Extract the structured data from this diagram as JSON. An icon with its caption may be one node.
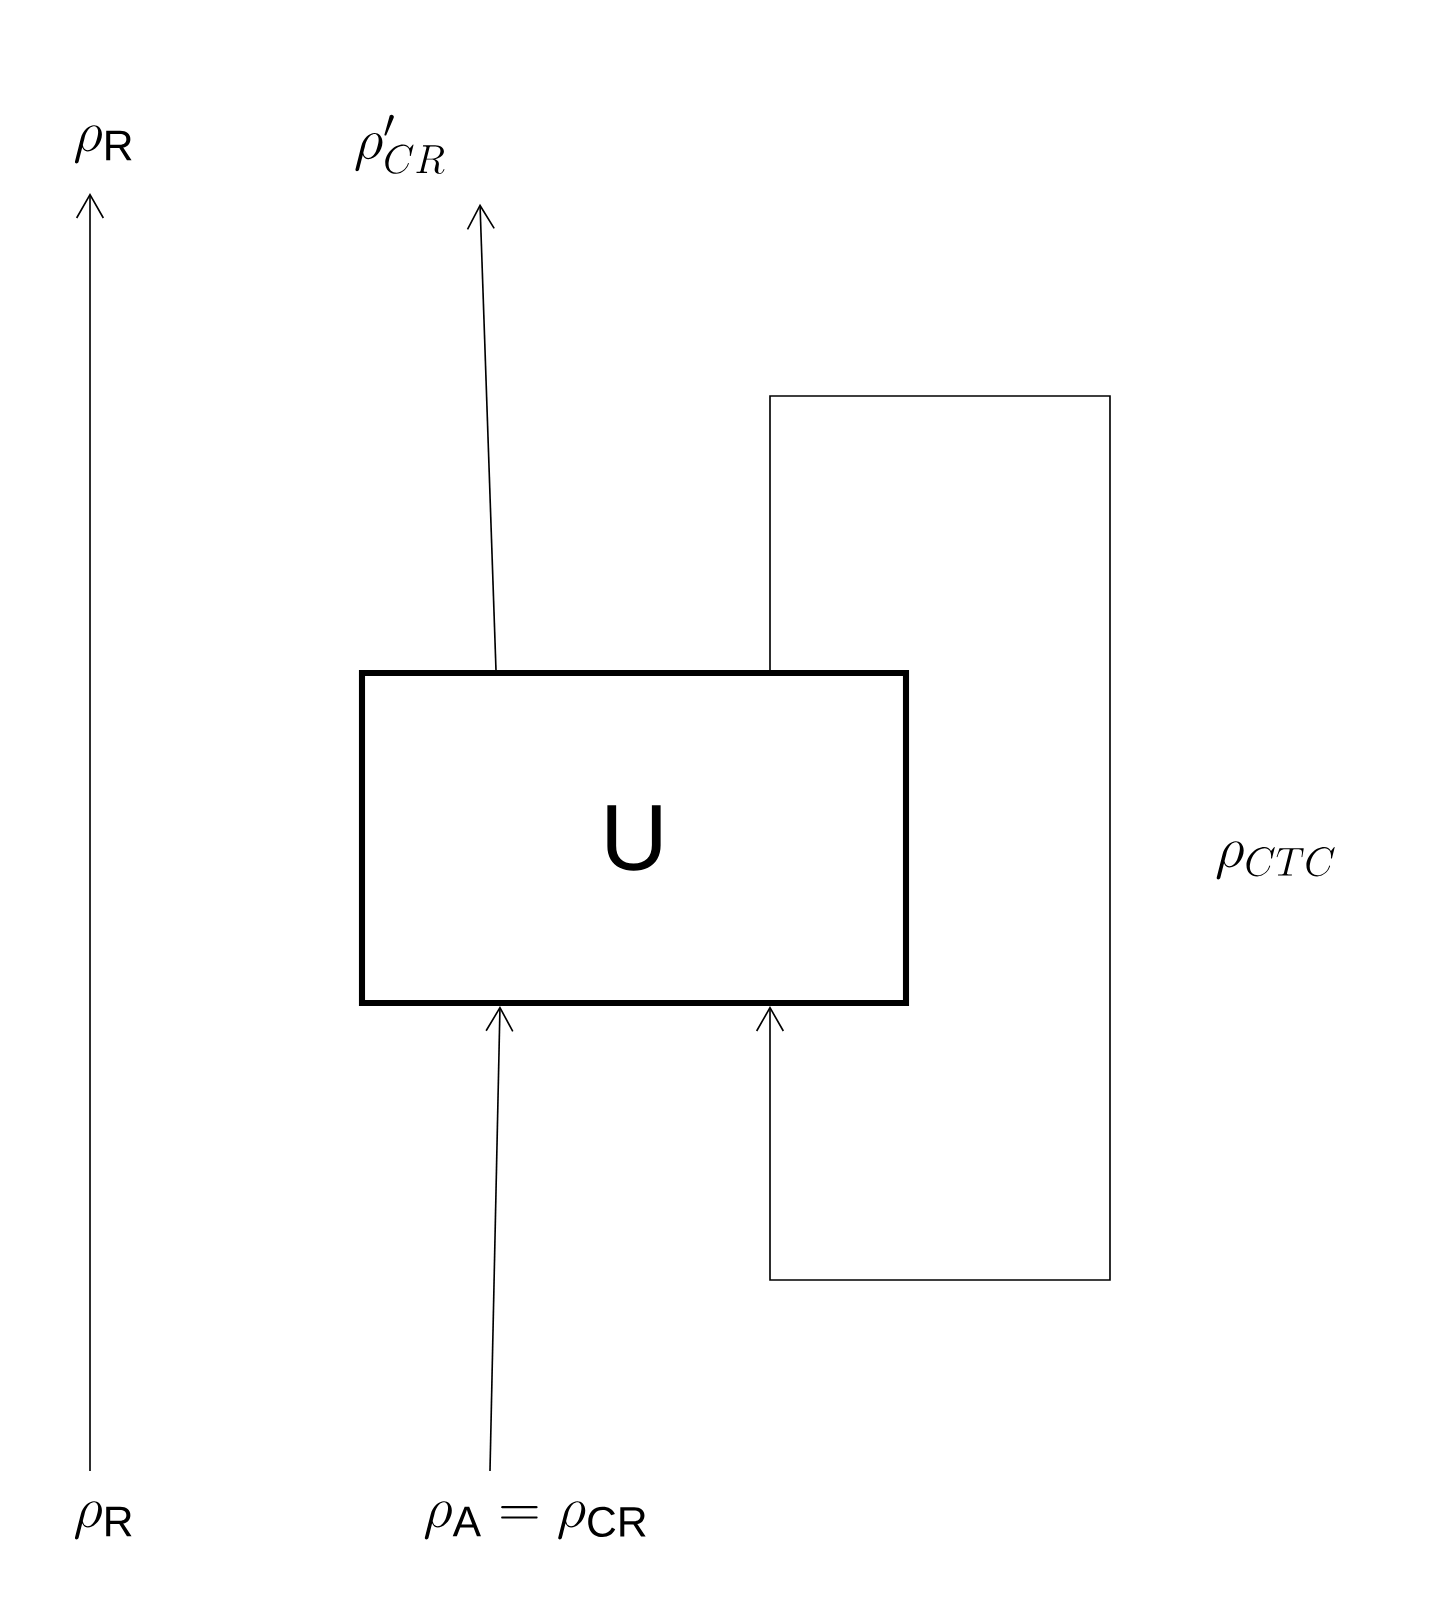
{
  "diagram": {
    "nodes": [
      {
        "text": [
          "\\rho_{\\mathrm{R}}"
        ]
      },
      {
        "text": [
          "\\rho_{\\mathrm{R}}"
        ]
      },
      {
        "text": [
          "\\rho_{\\mathrm{A}} = \\rho_{\\mathrm{CR}}"
        ]
      },
      {
        "text": [
          "\\rho'_{CR}"
        ]
      },
      {
        "text": [
          "U"
        ]
      }
    ],
    "edges": [
      {
        "from": 0,
        "to": 1,
        "arrow": "to"
      },
      {
        "from": 2,
        "to": 4,
        "arrow": "to"
      },
      {
        "from": 4,
        "to": 3,
        "arrow": "to"
      },
      {
        "from": 4,
        "to": 4,
        "arrow": "to",
        "label": "\\rho_{CTC}"
      }
    ]
  }
}
